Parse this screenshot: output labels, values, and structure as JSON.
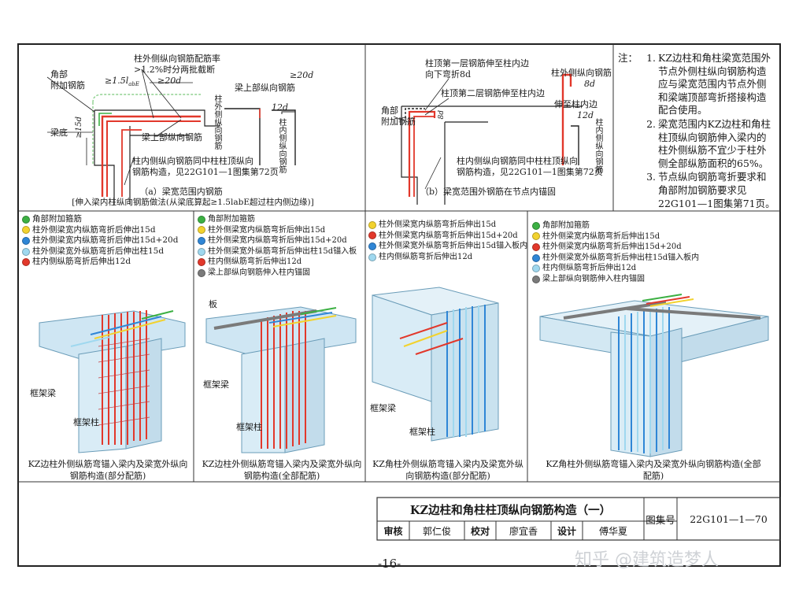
{
  "top_left": {
    "labels": {
      "corner": "角部",
      "corner2": "附加钢筋",
      "ratio1": "柱外侧纵向钢筋配筋率",
      "ratio2": ">1.2%时分两批截断",
      "anchor": "≥1.5l",
      "anchor_sub": "abE",
      "twenty_d": "≥20d",
      "beam_bottom": "梁底",
      "fifteen_d": "≥15d",
      "beam_top_bar": "梁上部纵向钢筋",
      "inner_note1": "柱内侧纵向钢筋同中柱柱顶纵向",
      "inner_note2": "钢筋构造，见22G101—1图集第72页",
      "detail_beam_top": "梁上部纵向钢筋",
      "detail_twenty_d": "≥20d",
      "detail_twelve_d": "12d",
      "detail_outer": "柱外侧纵向钢筋",
      "detail_inner": "柱内侧纵向钢筋"
    },
    "caption": "（a）梁宽范围内钢筋",
    "caption2": "[伸入梁内柱纵向钢筋做法(从梁底算起≥1.5labE超过柱内侧边缘)]"
  },
  "top_mid": {
    "labels": {
      "first_layer1": "柱顶第一层钢筋伸至柱内边",
      "first_layer2": "向下弯折8d",
      "second_layer": "柱顶第二层钢筋伸至柱内边",
      "corner": "角部",
      "corner2": "附加钢筋",
      "eight_d": "8d",
      "inner_note1": "柱内侧纵向钢筋同中柱柱顶纵向",
      "inner_note2": "钢筋构造，见22G101—1图集第72页",
      "outer_bar": "柱外侧纵向钢筋",
      "detail_eight_d": "8d",
      "to_inner": "伸至柱内边",
      "twelve_d": "12d",
      "inner_bar": "柱内侧纵向钢筋"
    },
    "caption": "（b）梁宽范围外钢筋在节点内锚固"
  },
  "notes": {
    "title": "注：",
    "items": [
      {
        "num": "1.",
        "text": "KZ边柱和角柱梁宽范围外节点外侧柱纵向钢筋构造应与梁宽范围内节点外侧和梁端顶部弯折搭接构造配合使用。"
      },
      {
        "num": "2.",
        "text": "梁宽范围内KZ边柱和角柱柱顶纵向钢筋伸入梁内的柱外侧纵筋不宜少于柱外侧全部纵筋面积的65%。"
      },
      {
        "num": "3.",
        "text": "节点纵向钢筋弯折要求和角部附加钢筋要求见22G101—1图集第71页。"
      }
    ]
  },
  "panels": [
    {
      "legend": [
        {
          "color": "#3cb043",
          "text": "角部附加箍筋"
        },
        {
          "color": "#f2d22e",
          "text": "柱外侧梁宽内纵筋弯折后伸出15d"
        },
        {
          "color": "#2f86d6",
          "text": "柱外侧梁宽内纵筋弯折后伸出15d+20d"
        },
        {
          "color": "#9fd8ef",
          "text": "柱外侧梁宽外纵筋弯折后伸出柱15d"
        },
        {
          "color": "#e2382b",
          "text": "柱内侧纵筋弯折后伸出12d"
        }
      ],
      "labels": [
        "框架梁",
        "框架柱"
      ],
      "caption": "KZ边柱外侧纵筋弯锚入梁内及梁宽外纵向钢筋构造(部分配筋)"
    },
    {
      "legend": [
        {
          "color": "#3cb043",
          "text": "角部附加箍筋"
        },
        {
          "color": "#f2d22e",
          "text": "柱外侧梁宽内纵筋弯折后伸出15d"
        },
        {
          "color": "#2f86d6",
          "text": "柱外侧梁宽内纵筋弯折后伸出15d+20d"
        },
        {
          "color": "#9fd8ef",
          "text": "柱外侧梁宽外纵筋弯折后伸出柱15d锚入板"
        },
        {
          "color": "#e2382b",
          "text": "柱内侧纵筋弯折后伸出12d"
        },
        {
          "color": "#7a7a7a",
          "text": "梁上部纵向钢筋伸入柱内锚固"
        }
      ],
      "labels": [
        "板",
        "框架梁",
        "框架柱"
      ],
      "caption": "KZ边柱外侧纵筋弯锚入梁内及梁宽外纵向钢筋构造(全部配筋)"
    },
    {
      "legend": [
        {
          "color": "#f2d22e",
          "text": "柱外侧梁宽内纵筋弯折后伸出15d"
        },
        {
          "color": "#e2382b",
          "text": "柱外侧梁宽内纵筋弯折后伸出15d+20d"
        },
        {
          "color": "#2f86d6",
          "text": "柱外侧梁宽外纵筋弯折后伸出15d锚入板内"
        },
        {
          "color": "#9fd8ef",
          "text": "柱内侧纵筋弯折后伸出12d"
        }
      ],
      "labels": [
        "框架梁",
        "框架柱"
      ],
      "caption": "KZ角柱外侧纵筋弯锚入梁内及梁宽外纵向钢筋构造(部分配筋)"
    },
    {
      "legend": [
        {
          "color": "#3cb043",
          "text": "角部附加箍筋"
        },
        {
          "color": "#f2d22e",
          "text": "柱外侧梁宽内纵筋弯折后伸出15d"
        },
        {
          "color": "#e2382b",
          "text": "柱外侧梁宽内纵筋弯折后伸出15d+20d"
        },
        {
          "color": "#2f86d6",
          "text": "柱外侧梁宽外纵筋弯折后伸出柱15d锚入板内"
        },
        {
          "color": "#9fd8ef",
          "text": "柱内侧纵筋弯折后伸出12d"
        },
        {
          "color": "#7a7a7a",
          "text": "梁上部纵向钢筋伸入柱内锚固"
        }
      ],
      "labels": [],
      "caption": "KZ角柱外侧纵筋弯锚入梁内及梁宽外纵向钢筋构造(全部配筋)"
    }
  ],
  "title_block": {
    "title": "KZ边柱和角柱柱顶纵向钢筋构造（一）",
    "atlas_label": "图集号",
    "atlas_no": "22G101—1—70",
    "review_label": "审核",
    "review_name": "郭仁俊",
    "check_label": "校对",
    "check_name": "廖宜香",
    "design_label": "设计",
    "design_name": "傅华夏"
  },
  "page_number": "-16-",
  "watermark": "知乎 @建筑造梦人"
}
